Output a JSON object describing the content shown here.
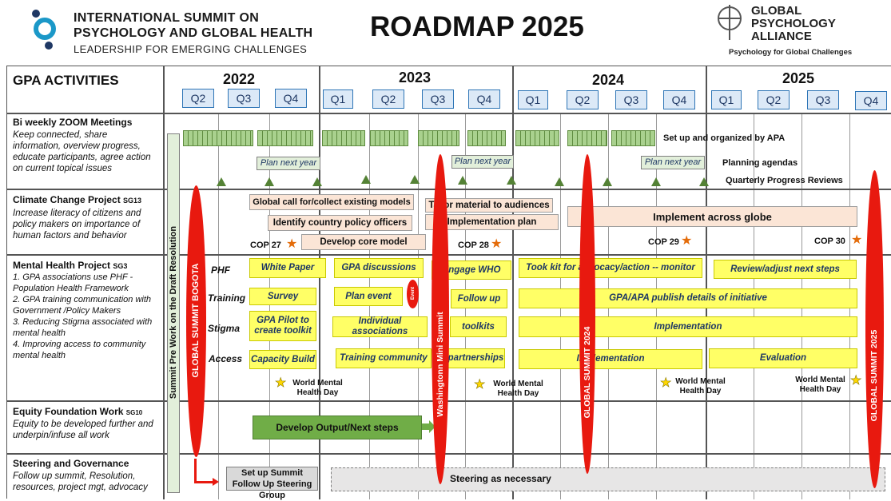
{
  "header": {
    "org_line1": "INTERNATIONAL SUMMIT ON",
    "org_line2": "PSYCHOLOGY AND GLOBAL HEALTH",
    "org_line3": "LEADERSHIP FOR EMERGING CHALLENGES",
    "title": "ROADMAP 2025",
    "gpa_line1": "GLOBAL",
    "gpa_line2": "PSYCHOLOGY",
    "gpa_line3": "ALLIANCE",
    "gpa_tagline": "Psychology for Global Challenges"
  },
  "grid": {
    "corner_label": "GPA ACTIVITIES",
    "years": [
      "2022",
      "2023",
      "2024",
      "2025"
    ],
    "quarters": [
      "Q2",
      "Q3",
      "Q4",
      "Q1",
      "Q2",
      "Q3",
      "Q4",
      "Q1",
      "Q2",
      "Q3",
      "Q4",
      "Q1",
      "Q2",
      "Q3",
      "Q4"
    ]
  },
  "rows": {
    "zoom": {
      "title": "Bi weekly ZOOM Meetings",
      "desc": "Keep connected, share information, overview progress, educate participants, agree action on current topical issues",
      "plan_labels": [
        "Plan next year",
        "Plan next year",
        "Plan next year"
      ],
      "note1": "Set up and organized by APA",
      "note2": "Planning agendas",
      "note3": "Quarterly Progress Reviews"
    },
    "climate": {
      "title": "Climate Change Project",
      "code": "SG13",
      "desc": "Increase literacy of citizens and policy makers on importance of human factors and behavior",
      "boxes": [
        "Global call for/collect existing models",
        "Identify country policy officers",
        "Develop core model",
        "Tailor material to audiences",
        "Implementation plan",
        "Implement across globe"
      ],
      "cops": [
        "COP 27",
        "COP 28",
        "COP 29",
        "COP 30"
      ]
    },
    "mental": {
      "title": "Mental Health Project",
      "code": "SG3",
      "desc": "1. GPA associations use PHF - Population Health Framework\n2. GPA training communication with Government /Policy Makers\n3. Reducing Stigma associated with mental health\n4. Improving access to community mental health",
      "sublabels": [
        "PHF",
        "Training",
        "Stigma",
        "Access"
      ],
      "phf": [
        "White Paper",
        "GPA discussions",
        "Engage WHO",
        "Took kit for advocacy/action -- monitor",
        "Review/adjust next steps"
      ],
      "training": [
        "Survey",
        "Plan event",
        "Event",
        "Follow up",
        "GPA/APA publish details of initiative"
      ],
      "stigma": [
        "GPA Pilot to create toolkit",
        "Individual associations",
        "toolkits",
        "Implementation"
      ],
      "access": [
        "Capacity Build",
        "Training community",
        "partnerships",
        "Implementation",
        "Evaluation"
      ],
      "wmh": [
        "World Mental Health Day",
        "World Mental Health Day",
        "World Mental Health Day",
        "World Mental Health Day"
      ]
    },
    "equity": {
      "title": "Equity Foundation Work",
      "code": "SG10",
      "desc": "Equity to be developed further and underpin/infuse all work",
      "box": "Develop Output/Next steps"
    },
    "steering": {
      "title": "Steering and Governance",
      "desc": "Follow up summit, Resolution, resources, project mgt, advocacy",
      "box1": "Set up Summit Follow Up Steering Group",
      "box2": "Steering as necessary"
    }
  },
  "vertical_labels": {
    "prework": "Summit Pre Work on the Draft Resolution",
    "bogota": "GLOBAL SUMMIT BOGOTA",
    "washington": "Washingtonn Mini Summit",
    "gs2024": "GLOBAL SUMMIT 2024",
    "gs2025": "GLOBAL SUMMIT 2025"
  },
  "colors": {
    "oval_red": "#e8190f",
    "box_yellow": "#ffff66",
    "box_peach": "#fbe5d6",
    "quarter_blue": "#dce9f7",
    "triangle_green": "#548235",
    "equity_green": "#70ad47",
    "star_orange": "#e46c0a"
  }
}
